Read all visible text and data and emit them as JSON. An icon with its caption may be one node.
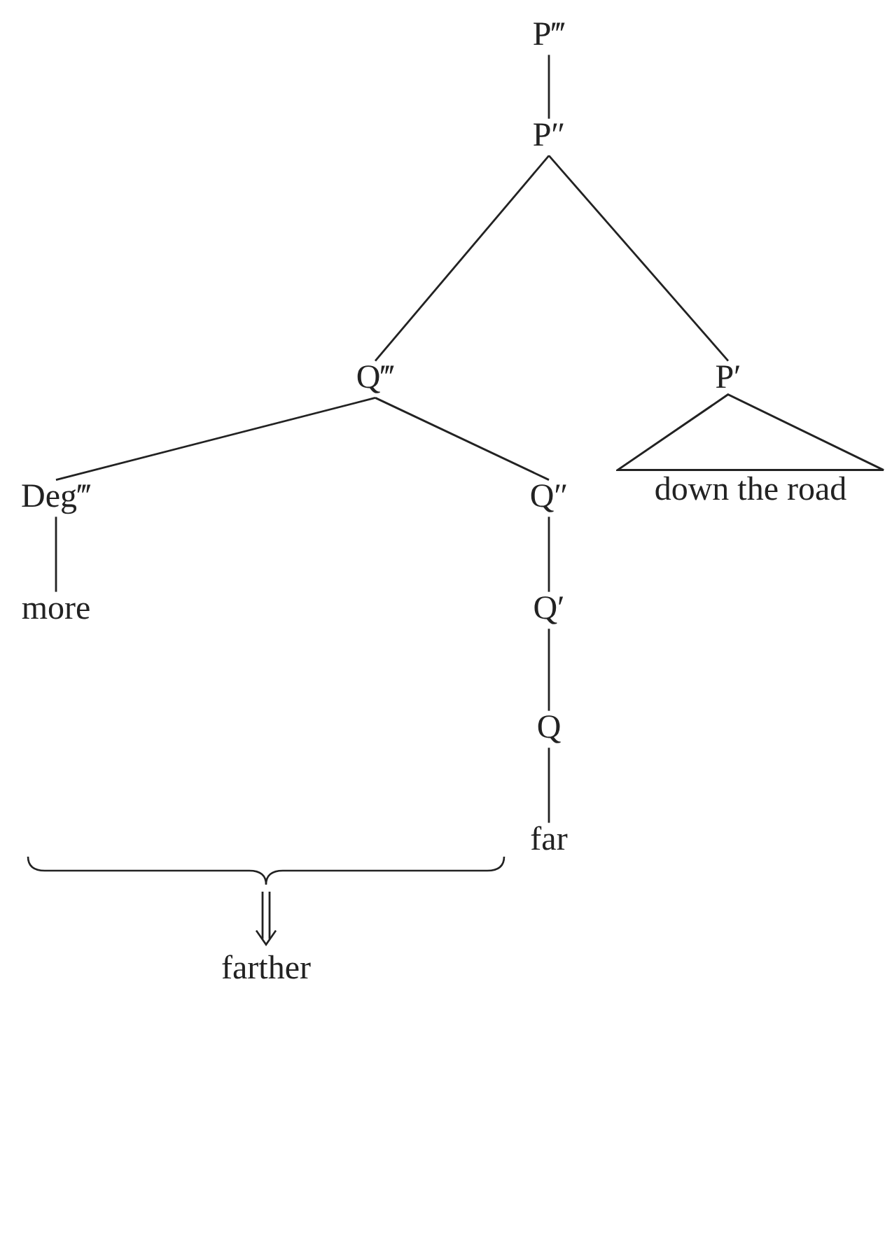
{
  "diagram": {
    "nodes": [
      {
        "text": [
          "P‴"
        ]
      },
      {
        "text": [
          "P″"
        ]
      },
      {
        "text": [
          "Q‴"
        ]
      },
      {
        "text": [
          "P′"
        ]
      },
      {
        "text": [
          "Deg‴"
        ]
      },
      {
        "text": [
          "Q″"
        ]
      },
      {
        "text": [
          "down the road"
        ]
      },
      {
        "text": [
          "more"
        ]
      },
      {
        "text": [
          "Q′"
        ]
      },
      {
        "text": [
          "Q"
        ]
      },
      {
        "text": [
          "far"
        ]
      },
      {
        "text": [],
        "shape": "brace"
      },
      {
        "text": [
          "farther"
        ]
      }
    ],
    "edges": [
      {
        "from": 0,
        "to": 1,
        "arrow": "none"
      },
      {
        "from": 1,
        "to": 2,
        "arrow": "none"
      },
      {
        "from": 1,
        "to": 3,
        "arrow": "none"
      },
      {
        "from": 2,
        "to": 4,
        "arrow": "none"
      },
      {
        "from": 2,
        "to": 5,
        "arrow": "none"
      },
      {
        "from": 4,
        "to": 7,
        "arrow": "none"
      },
      {
        "from": 5,
        "to": 8,
        "arrow": "none"
      },
      {
        "from": 8,
        "to": 9,
        "arrow": "none"
      },
      {
        "from": 9,
        "to": 10,
        "arrow": "none"
      },
      {
        "from": 11,
        "to": 12,
        "arrow": "to"
      }
    ]
  }
}
